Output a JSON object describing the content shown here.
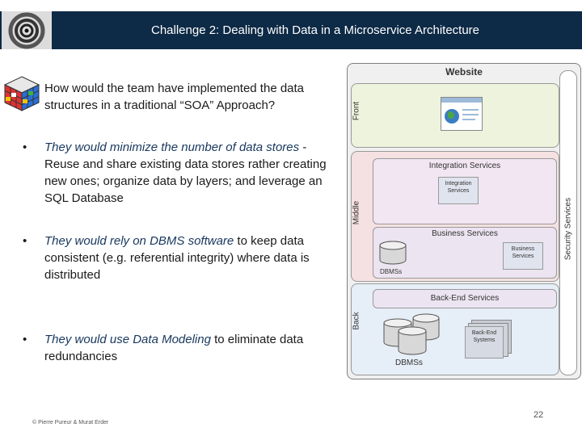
{
  "header": {
    "title": "Challenge 2: Dealing with Data in a Microservice Architecture"
  },
  "question": "How would the team have implemented the data structures in a traditional “SOA” Approach?",
  "bullets": [
    {
      "marker": "•",
      "italic": "They would minimize the number of data stores",
      "sep": " - ",
      "rest": "Reuse and share existing data stores rather creating new ones; organize data by layers; and leverage an SQL Database"
    },
    {
      "marker": "•",
      "italic": "They would rely on DBMS software",
      "rest": " to keep data consistent (e.g. referential integrity) where data is distributed"
    },
    {
      "marker": "•",
      "italic": "They would use Data Modeling",
      "rest": " to eliminate data redundancies"
    }
  ],
  "diagram": {
    "title": "Website",
    "security": "Security Services",
    "front": "Front",
    "middle": "Middle",
    "back": "Back",
    "integration_title": "Integration Services",
    "integration_inner": "Integration Services",
    "business_title": "Business Services",
    "business_inner": "Business Services",
    "dbms_small": "DBMSs",
    "backend_title": "Back-End Services",
    "backend_inner": "Back-End Systems",
    "dbms_big": "DBMSs"
  },
  "footer": "© Pierre Pureur & Murat Erder",
  "page_number": "22",
  "icons": [
    "spiral-staircase-logo",
    "rubiks-cube-icon",
    "globe-icon",
    "database-icon"
  ],
  "colors": {
    "header_bg": "#0d2a46",
    "front_layer": "#edf3dc",
    "middle_layer": "#f5e1e1",
    "back_layer": "#e6eef7"
  }
}
